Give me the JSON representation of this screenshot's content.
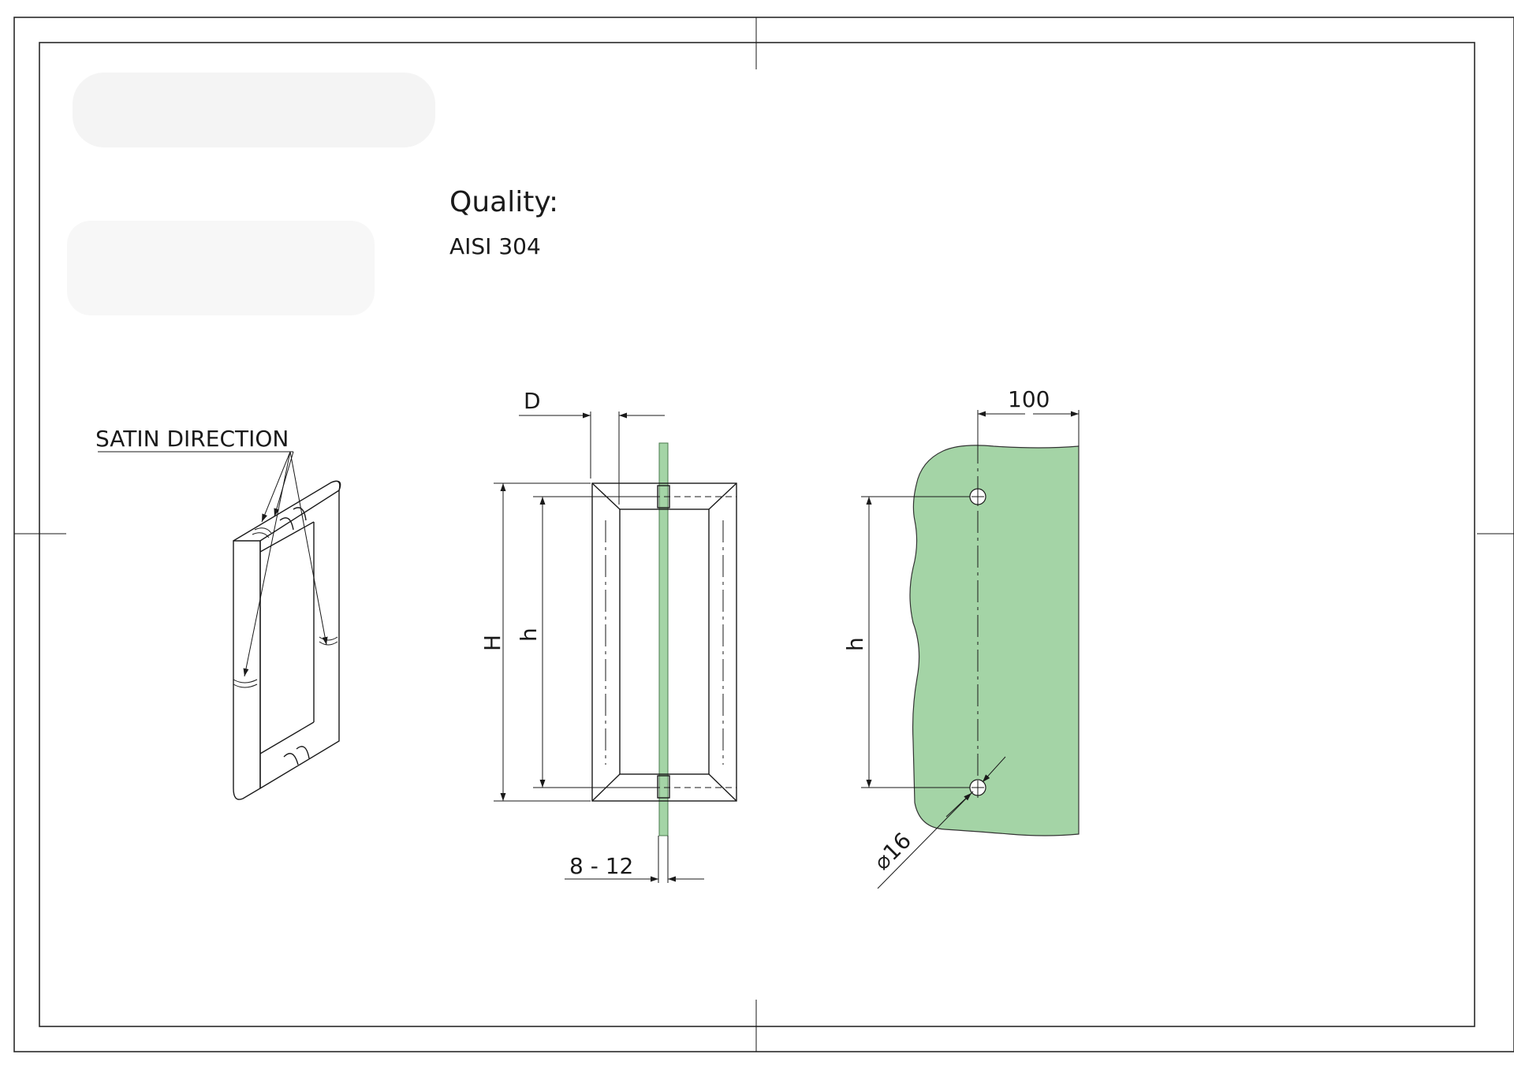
{
  "quality": {
    "heading": "Quality:",
    "material": "AISI 304"
  },
  "labels": {
    "satin_direction": "SATIN DIRECTION",
    "dim_D": "D",
    "dim_H": "H",
    "dim_h_side": "h",
    "dim_h_glass": "h",
    "dim_glass_thickness": "8 - 12",
    "dim_offset": "100",
    "dim_hole_diameter": "⌀16"
  },
  "colors": {
    "glass": "#a4d4a6",
    "line": "#1a1a1a"
  }
}
